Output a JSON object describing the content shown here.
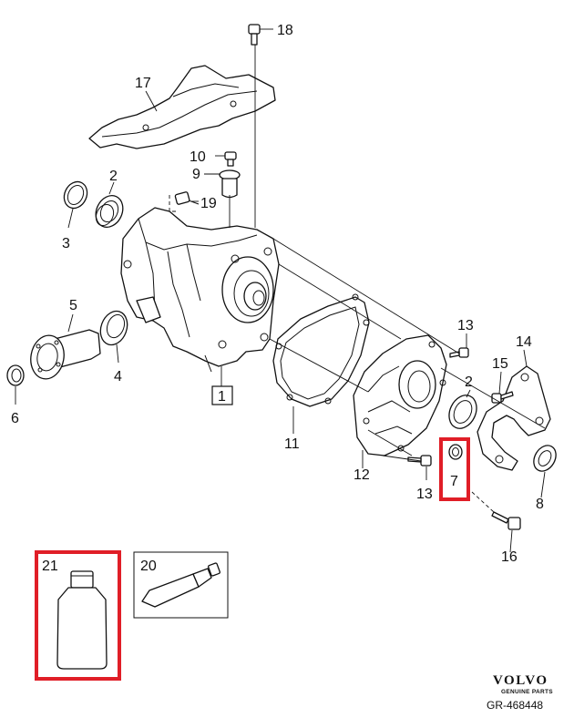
{
  "callouts": {
    "c1": "1",
    "c2a": "2",
    "c2b": "2",
    "c3": "3",
    "c4": "4",
    "c5": "5",
    "c6": "6",
    "c7": "7",
    "c8": "8",
    "c9": "9",
    "c10": "10",
    "c11": "11",
    "c12": "12",
    "c13a": "13",
    "c13b": "13",
    "c14": "14",
    "c15": "15",
    "c16": "16",
    "c17": "17",
    "c18": "18",
    "c19": "19",
    "c20": "20",
    "c21": "21"
  },
  "branding": {
    "logo_text": "VOLVO",
    "logo_tagline": "GENUINE PARTS",
    "figure_ref": "GR-468448"
  },
  "highlight_color": "#e01e27",
  "highlighted_parts": [
    "7",
    "21"
  ]
}
